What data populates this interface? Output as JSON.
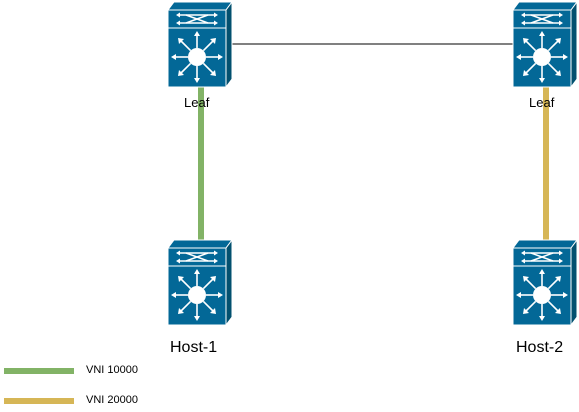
{
  "nodes": {
    "leaf_left": {
      "label": "Leaf",
      "icon": "layer3-switch-icon"
    },
    "leaf_right": {
      "label": "Leaf",
      "icon": "layer3-switch-icon"
    },
    "host_1": {
      "label": "Host-1",
      "icon": "layer3-switch-icon"
    },
    "host_2": {
      "label": "Host-2",
      "icon": "layer3-switch-icon"
    }
  },
  "links": [
    {
      "from": "leaf_left",
      "to": "leaf_right",
      "color": "#000000"
    },
    {
      "from": "leaf_left",
      "to": "host_1",
      "color": "#82b366",
      "vni": "VNI 10000"
    },
    {
      "from": "leaf_right",
      "to": "host_2",
      "color": "#d6b656",
      "vni": "VNI 20000"
    }
  ],
  "legend": [
    {
      "label": "VNI 10000",
      "color": "#82b366"
    },
    {
      "label": "VNI 20000",
      "color": "#d6b656"
    }
  ],
  "colors": {
    "switch_face": "#036897",
    "switch_top": "#036897",
    "switch_side": "#02506f",
    "switch_outline": "#ffffff"
  }
}
